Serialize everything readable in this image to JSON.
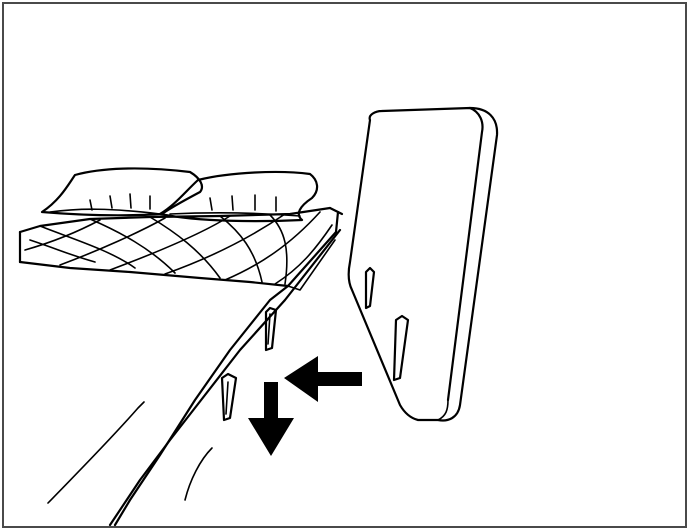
{
  "figure": {
    "kind": "headboard installation illustration",
    "border_color": "#4a4a4a",
    "ink_color": "#000000",
    "background_color": "#ffffff",
    "icons": [
      "mattress-with-pillows",
      "headboard-panel",
      "arrow-left",
      "arrow-down",
      "mounting-brackets"
    ]
  }
}
